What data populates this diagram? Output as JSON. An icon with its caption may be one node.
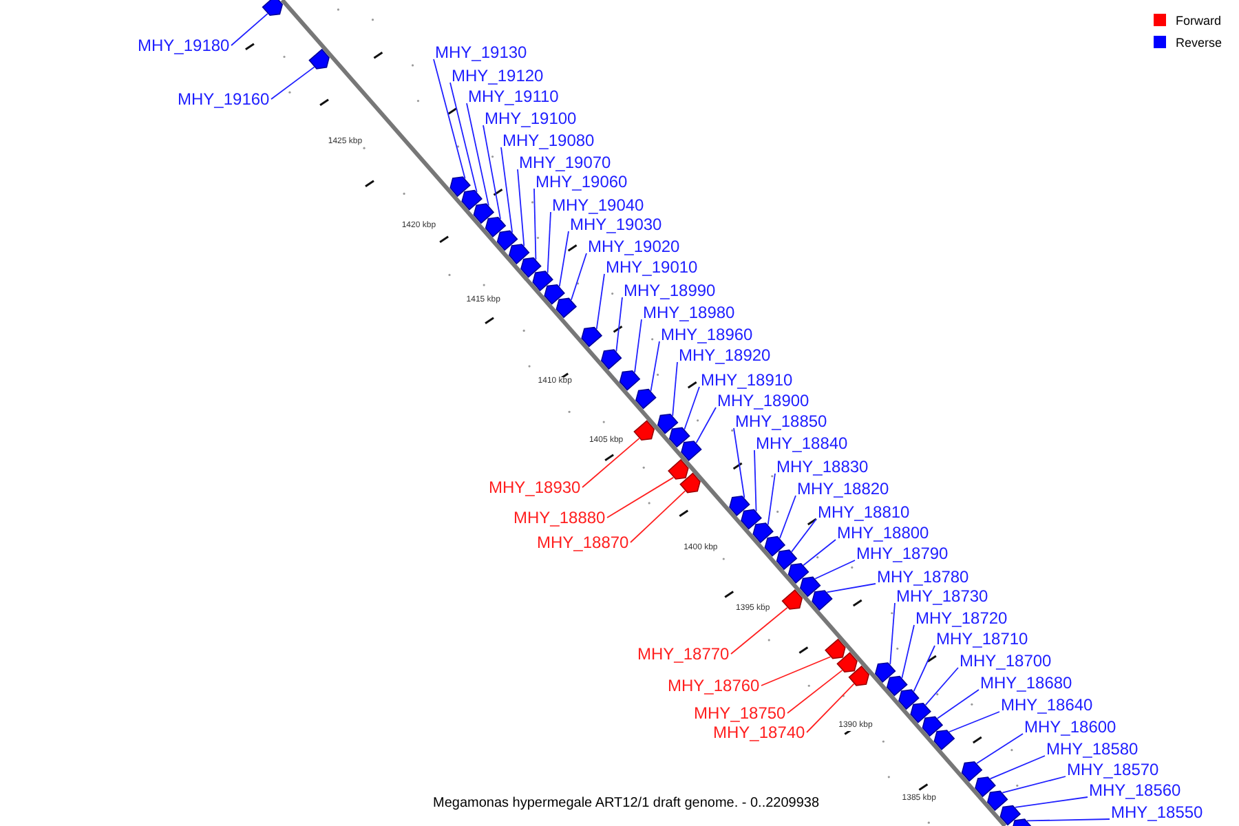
{
  "diagram": {
    "caption": "Megamonas hypermegale ART12/1 draft genome. - 0..2209938",
    "nodes": [
      {
        "text": [
          "MHY_19180"
        ]
      },
      {
        "text": [
          "MHY_19130"
        ]
      },
      {
        "text": [
          "MHY_19120"
        ]
      },
      {
        "text": [
          "MHY_19110"
        ]
      },
      {
        "text": [
          "MHY_19160"
        ]
      },
      {
        "text": [
          "MHY_19100"
        ]
      },
      {
        "text": [
          "MHY_19080"
        ]
      },
      {
        "text": [
          "MHY_19070"
        ]
      },
      {
        "text": [
          "MHY_19060"
        ]
      },
      {
        "text": [
          "MHY_19040"
        ]
      },
      {
        "text": [
          "MHY_19030"
        ]
      },
      {
        "text": [
          "MHY_19020"
        ]
      },
      {
        "text": [
          "MHY_19010"
        ]
      },
      {
        "text": [
          "MHY_18990"
        ]
      },
      {
        "text": [
          "MHY_18980"
        ]
      },
      {
        "text": [
          "MHY_18960"
        ]
      },
      {
        "text": [
          "MHY_18920"
        ]
      },
      {
        "text": [
          "MHY_18910"
        ]
      },
      {
        "text": [
          "MHY_18900"
        ]
      },
      {
        "text": [
          "MHY_18850"
        ]
      },
      {
        "text": [
          "MHY_18840"
        ]
      },
      {
        "text": [
          "MHY_18830"
        ]
      },
      {
        "text": [
          "MHY_18930"
        ]
      },
      {
        "text": [
          "MHY_18820"
        ]
      },
      {
        "text": [
          "MHY_18810"
        ]
      },
      {
        "text": [
          "MHY_18880"
        ]
      },
      {
        "text": [
          "MHY_18800"
        ]
      },
      {
        "text": [
          "MHY_18870"
        ]
      },
      {
        "text": [
          "MHY_18790"
        ]
      },
      {
        "text": [
          "MHY_18780"
        ]
      },
      {
        "text": [
          "MHY_18730"
        ]
      },
      {
        "text": [
          "MHY_18720"
        ]
      },
      {
        "text": [
          "MHY_18710"
        ]
      },
      {
        "text": [
          "MHY_18770"
        ]
      },
      {
        "text": [
          "MHY_18700"
        ]
      },
      {
        "text": [
          "MHY_18680"
        ]
      },
      {
        "text": [
          "MHY_18760"
        ]
      },
      {
        "text": [
          "MHY_18640"
        ]
      },
      {
        "text": [
          "MHY_18750"
        ]
      },
      {
        "text": [
          "MHY_18600"
        ]
      },
      {
        "text": [
          "MHY_18740"
        ]
      },
      {
        "text": [
          "MHY_18580"
        ]
      },
      {
        "text": [
          "MHY_18570"
        ]
      },
      {
        "text": [
          "MHY_18560"
        ]
      },
      {
        "text": [
          "MHY_18550"
        ]
      },
      {
        "text": [],
        "shape": "pentagon"
      },
      {
        "text": [],
        "shape": "pentagon"
      },
      {
        "text": [],
        "shape": "pentagon"
      },
      {
        "text": [],
        "shape": "pentagon"
      },
      {
        "text": [],
        "shape": "pentagon"
      },
      {
        "text": [],
        "shape": "pentagon"
      },
      {
        "text": [],
        "shape": "pentagon"
      },
      {
        "text": [],
        "shape": "pentagon"
      },
      {
        "text": [],
        "shape": "pentagon"
      },
      {
        "text": [],
        "shape": "pentagon"
      },
      {
        "text": [],
        "shape": "pentagon"
      },
      {
        "text": [],
        "shape": "pentagon"
      },
      {
        "text": [],
        "shape": "pentagon"
      },
      {
        "text": [],
        "shape": "pentagon"
      },
      {
        "text": [],
        "shape": "pentagon"
      },
      {
        "text": [],
        "shape": "pentagon"
      },
      {
        "text": [],
        "shape": "pentagon"
      },
      {
        "text": [],
        "shape": "pentagon"
      },
      {
        "text": [],
        "shape": "pentagon"
      },
      {
        "text": [],
        "shape": "pentagon"
      },
      {
        "text": [],
        "shape": "pentagon"
      },
      {
        "text": [],
        "shape": "pentagon"
      },
      {
        "text": [],
        "shape": "pentagon"
      },
      {
        "text": [],
        "shape": "pentagon"
      },
      {
        "text": [],
        "shape": "pentagon"
      },
      {
        "text": [],
        "shape": "pentagon"
      },
      {
        "text": [],
        "shape": "pentagon"
      },
      {
        "text": [],
        "shape": "pentagon"
      },
      {
        "text": [],
        "shape": "pentagon"
      },
      {
        "text": [],
        "shape": "pentagon"
      },
      {
        "text": [],
        "shape": "pentagon"
      },
      {
        "text": [],
        "shape": "pentagon"
      },
      {
        "text": [],
        "shape": "pentagon"
      },
      {
        "text": [],
        "shape": "pentagon"
      },
      {
        "text": [],
        "shape": "pentagon"
      },
      {
        "text": [],
        "shape": "pentagon"
      },
      {
        "text": [],
        "shape": "pentagon"
      },
      {
        "text": [],
        "shape": "pentagon"
      },
      {
        "text": [],
        "shape": "pentagon"
      },
      {
        "text": [],
        "shape": "pentagon"
      },
      {
        "text": [],
        "shape": "pentagon"
      },
      {
        "text": [],
        "shape": "pentagon"
      },
      {
        "text": [],
        "shape": "pentagon"
      },
      {
        "text": [],
        "shape": "pentagon"
      },
      {
        "text": [],
        "shape": "pentagon"
      }
    ],
    "edges": [
      {
        "from": 0,
        "to": 45,
        "arrow": "none"
      },
      {
        "from": 1,
        "to": 46,
        "arrow": "none"
      },
      {
        "from": 2,
        "to": 47,
        "arrow": "none"
      },
      {
        "from": 3,
        "to": 48,
        "arrow": "none"
      },
      {
        "from": 4,
        "to": 49,
        "arrow": "none"
      },
      {
        "from": 5,
        "to": 50,
        "arrow": "none"
      },
      {
        "from": 6,
        "to": 51,
        "arrow": "none"
      },
      {
        "from": 7,
        "to": 52,
        "arrow": "none"
      },
      {
        "from": 8,
        "to": 53,
        "arrow": "none"
      },
      {
        "from": 9,
        "to": 54,
        "arrow": "none"
      },
      {
        "from": 10,
        "to": 55,
        "arrow": "none"
      },
      {
        "from": 11,
        "to": 56,
        "arrow": "none"
      },
      {
        "from": 12,
        "to": 57,
        "arrow": "none"
      },
      {
        "from": 13,
        "to": 58,
        "arrow": "none"
      },
      {
        "from": 14,
        "to": 59,
        "arrow": "none"
      },
      {
        "from": 15,
        "to": 60,
        "arrow": "none"
      },
      {
        "from": 16,
        "to": 61,
        "arrow": "none"
      },
      {
        "from": 17,
        "to": 62,
        "arrow": "none"
      },
      {
        "from": 18,
        "to": 63,
        "arrow": "none"
      },
      {
        "from": 19,
        "to": 64,
        "arrow": "none"
      },
      {
        "from": 20,
        "to": 65,
        "arrow": "none"
      },
      {
        "from": 21,
        "to": 66,
        "arrow": "none"
      },
      {
        "from": 22,
        "to": 67,
        "arrow": "none",
        "color": "#ff0000"
      },
      {
        "from": 23,
        "to": 68,
        "arrow": "none"
      },
      {
        "from": 24,
        "to": 69,
        "arrow": "none"
      },
      {
        "from": 25,
        "to": 70,
        "arrow": "none",
        "color": "#ff0000"
      },
      {
        "from": 26,
        "to": 71,
        "arrow": "none"
      },
      {
        "from": 27,
        "to": 72,
        "arrow": "none",
        "color": "#ff0000"
      },
      {
        "from": 28,
        "to": 73,
        "arrow": "none"
      },
      {
        "from": 29,
        "to": 74,
        "arrow": "none"
      },
      {
        "from": 30,
        "to": 75,
        "arrow": "none"
      },
      {
        "from": 31,
        "to": 76,
        "arrow": "none"
      },
      {
        "from": 32,
        "to": 77,
        "arrow": "none"
      },
      {
        "from": 33,
        "to": 78,
        "arrow": "none",
        "color": "#ff0000"
      },
      {
        "from": 34,
        "to": 79,
        "arrow": "none"
      },
      {
        "from": 35,
        "to": 80,
        "arrow": "none"
      },
      {
        "from": 36,
        "to": 81,
        "arrow": "none",
        "color": "#ff0000"
      },
      {
        "from": 37,
        "to": 82,
        "arrow": "none"
      },
      {
        "from": 38,
        "to": 83,
        "arrow": "none",
        "color": "#ff0000"
      },
      {
        "from": 39,
        "to": 84,
        "arrow": "none"
      },
      {
        "from": 40,
        "to": 85,
        "arrow": "none",
        "color": "#ff0000"
      },
      {
        "from": 41,
        "to": 86,
        "arrow": "none"
      },
      {
        "from": 42,
        "to": 87,
        "arrow": "none"
      },
      {
        "from": 43,
        "to": 88,
        "arrow": "none"
      },
      {
        "from": 44,
        "to": 89,
        "arrow": "none"
      }
    ],
    "labels": [
      "1425 kbp",
      "1420 kbp",
      "1415 kbp",
      "1410 kbp",
      "1405 kbp",
      "1400 kbp",
      "1395 kbp",
      "1390 kbp",
      "1385 kbp"
    ],
    "legend": [
      {
        "text": "Forward",
        "color": "#ff0000"
      },
      {
        "text": "Reverse",
        "color": "#0000ff"
      }
    ]
  }
}
